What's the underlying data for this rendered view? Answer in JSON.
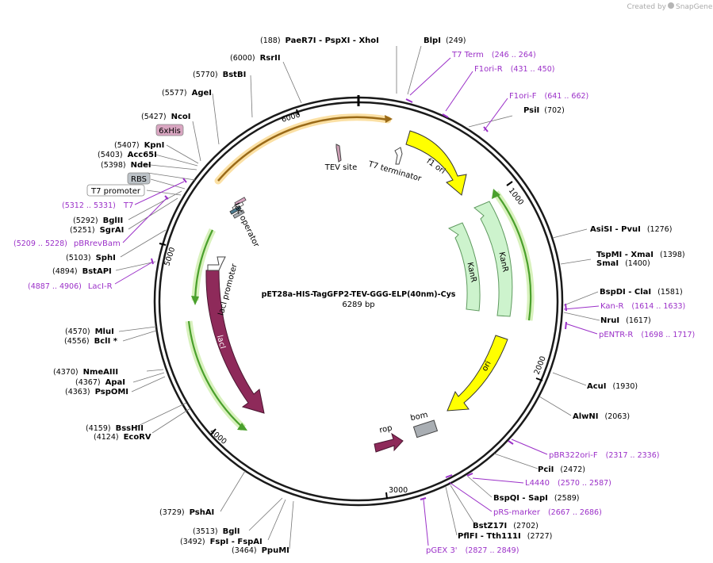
{
  "watermark": "Created by",
  "brand": "SnapGene",
  "plasmid": {
    "name": "pET28a-HIS-TagGFP2-TEV-GGG-ELP(40nm)-Cys",
    "size_label": "6289 bp",
    "length": 6289
  },
  "ticks": [
    "1000",
    "2000",
    "3000",
    "4000",
    "5000",
    "6000"
  ],
  "colors": {
    "primer": "#9b30c8",
    "kan": "#cdf3cd",
    "kanStroke": "#5f9a5f",
    "ori": "#ffff00",
    "laci": "#8e2a5a",
    "green": "#4aa02c",
    "orange": "#f2a93b",
    "bom": "#a9aeb3"
  },
  "feature_labels": {
    "f1ori": "f1 ori",
    "kanr1": "KanR",
    "kanr2": "KanR",
    "ori": "ori",
    "laci": "lacI",
    "rop": "rop",
    "bom": "bom",
    "tev": "TEV site",
    "t7term": "T7 terminator",
    "lacop": "lac operator",
    "lacip": "lacI promoter"
  },
  "boxes": {
    "his": "6xHis",
    "rbs": "RBS",
    "t7prom": "T7 promoter"
  },
  "labels": [
    {
      "name": "PaeR7I - PspXI - XhoI",
      "pos": "(188)",
      "type": "site"
    },
    {
      "name": "BlpI",
      "pos": "(249)",
      "type": "site"
    },
    {
      "name": "T7 Term",
      "pos": "(246 .. 264)",
      "type": "primer"
    },
    {
      "name": "F1ori-R",
      "pos": "(431 .. 450)",
      "type": "primer"
    },
    {
      "name": "F1ori-F",
      "pos": "(641 .. 662)",
      "type": "primer"
    },
    {
      "name": "PsiI",
      "pos": "(702)",
      "type": "site"
    },
    {
      "name": "AsiSI - PvuI",
      "pos": "(1276)",
      "type": "site"
    },
    {
      "name": "TspMI - XmaI",
      "pos": "(1398)",
      "type": "site"
    },
    {
      "name": "SmaI",
      "pos": "(1400)",
      "type": "site"
    },
    {
      "name": "BspDI - ClaI",
      "pos": "(1581)",
      "type": "site"
    },
    {
      "name": "Kan-R",
      "pos": "(1614 .. 1633)",
      "type": "primer"
    },
    {
      "name": "NruI",
      "pos": "(1617)",
      "type": "site"
    },
    {
      "name": "pENTR-R",
      "pos": "(1698 .. 1717)",
      "type": "primer"
    },
    {
      "name": "AcuI",
      "pos": "(1930)",
      "type": "site"
    },
    {
      "name": "AlwNI",
      "pos": "(2063)",
      "type": "site"
    },
    {
      "name": "pBR322ori-F",
      "pos": "(2317 .. 2336)",
      "type": "primer"
    },
    {
      "name": "PciI",
      "pos": "(2472)",
      "type": "site"
    },
    {
      "name": "L4440",
      "pos": "(2570 .. 2587)",
      "type": "primer"
    },
    {
      "name": "BspQI - SapI",
      "pos": "(2589)",
      "type": "site"
    },
    {
      "name": "pRS-marker",
      "pos": "(2667 .. 2686)",
      "type": "primer"
    },
    {
      "name": "BstZ17I",
      "pos": "(2702)",
      "type": "site"
    },
    {
      "name": "PflFI - Tth111I",
      "pos": "(2727)",
      "type": "site"
    },
    {
      "name": "pGEX 3'",
      "pos": "(2827 .. 2849)",
      "type": "primer"
    },
    {
      "name": "PpuMI",
      "pos": "(3464)",
      "type": "site"
    },
    {
      "name": "FspI - FspAI",
      "pos": "(3492)",
      "type": "site"
    },
    {
      "name": "BglI",
      "pos": "(3513)",
      "type": "site"
    },
    {
      "name": "PshAI",
      "pos": "(3729)",
      "type": "site"
    },
    {
      "name": "EcoRV",
      "pos": "(4124)",
      "type": "site"
    },
    {
      "name": "BssHII",
      "pos": "(4159)",
      "type": "site"
    },
    {
      "name": "PspOMI",
      "pos": "(4363)",
      "type": "site"
    },
    {
      "name": "ApaI",
      "pos": "(4367)",
      "type": "site"
    },
    {
      "name": "NmeAIII",
      "pos": "(4370)",
      "type": "site"
    },
    {
      "name": "BclI *",
      "pos": "(4556)",
      "type": "site"
    },
    {
      "name": "MluI",
      "pos": "(4570)",
      "type": "site"
    },
    {
      "name": "LacI-R",
      "pos": "(4887 .. 4906)",
      "type": "primer"
    },
    {
      "name": "BstAPI",
      "pos": "(4894)",
      "type": "site"
    },
    {
      "name": "SphI",
      "pos": "(5103)",
      "type": "site"
    },
    {
      "name": "pBRrevBam",
      "pos": "(5209 .. 5228)",
      "type": "primer"
    },
    {
      "name": "SgrAI",
      "pos": "(5251)",
      "type": "site"
    },
    {
      "name": "BglII",
      "pos": "(5292)",
      "type": "site"
    },
    {
      "name": "T7",
      "pos": "(5312 .. 5331)",
      "type": "primer"
    },
    {
      "name": "NdeI",
      "pos": "(5398)",
      "type": "site"
    },
    {
      "name": "Acc65I",
      "pos": "(5403)",
      "type": "site"
    },
    {
      "name": "KpnI",
      "pos": "(5407)",
      "type": "site"
    },
    {
      "name": "NcoI",
      "pos": "(5427)",
      "type": "site"
    },
    {
      "name": "AgeI",
      "pos": "(5577)",
      "type": "site"
    },
    {
      "name": "BstBI",
      "pos": "(5770)",
      "type": "site"
    },
    {
      "name": "RsrII",
      "pos": "(6000)",
      "type": "site"
    }
  ]
}
